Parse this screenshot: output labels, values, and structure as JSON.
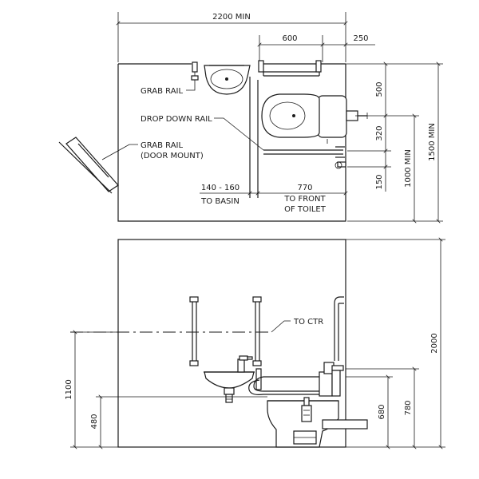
{
  "plan": {
    "dim_width": "2200 MIN",
    "dim_600": "600",
    "dim_250": "250",
    "dim_500": "500",
    "dim_320": "320",
    "dim_150": "150",
    "dim_1000": "1000 MIN",
    "dim_1500": "1500 MIN",
    "dim_140": "140 - 160",
    "dim_to_basin": "TO BASIN",
    "dim_770": "770",
    "dim_to_front": "TO FRONT",
    "dim_of_toilet": "OF TOILET",
    "label_grab_rail": "GRAB RAIL",
    "label_drop_down": "DROP DOWN RAIL",
    "label_grab_rail_door_1": "GRAB RAIL",
    "label_grab_rail_door_2": "(DOOR MOUNT)"
  },
  "elevation": {
    "label_to_ctr": "TO CTR",
    "dim_1100": "1100",
    "dim_480": "480",
    "dim_680": "680",
    "dim_780": "780",
    "dim_2000": "2000"
  }
}
